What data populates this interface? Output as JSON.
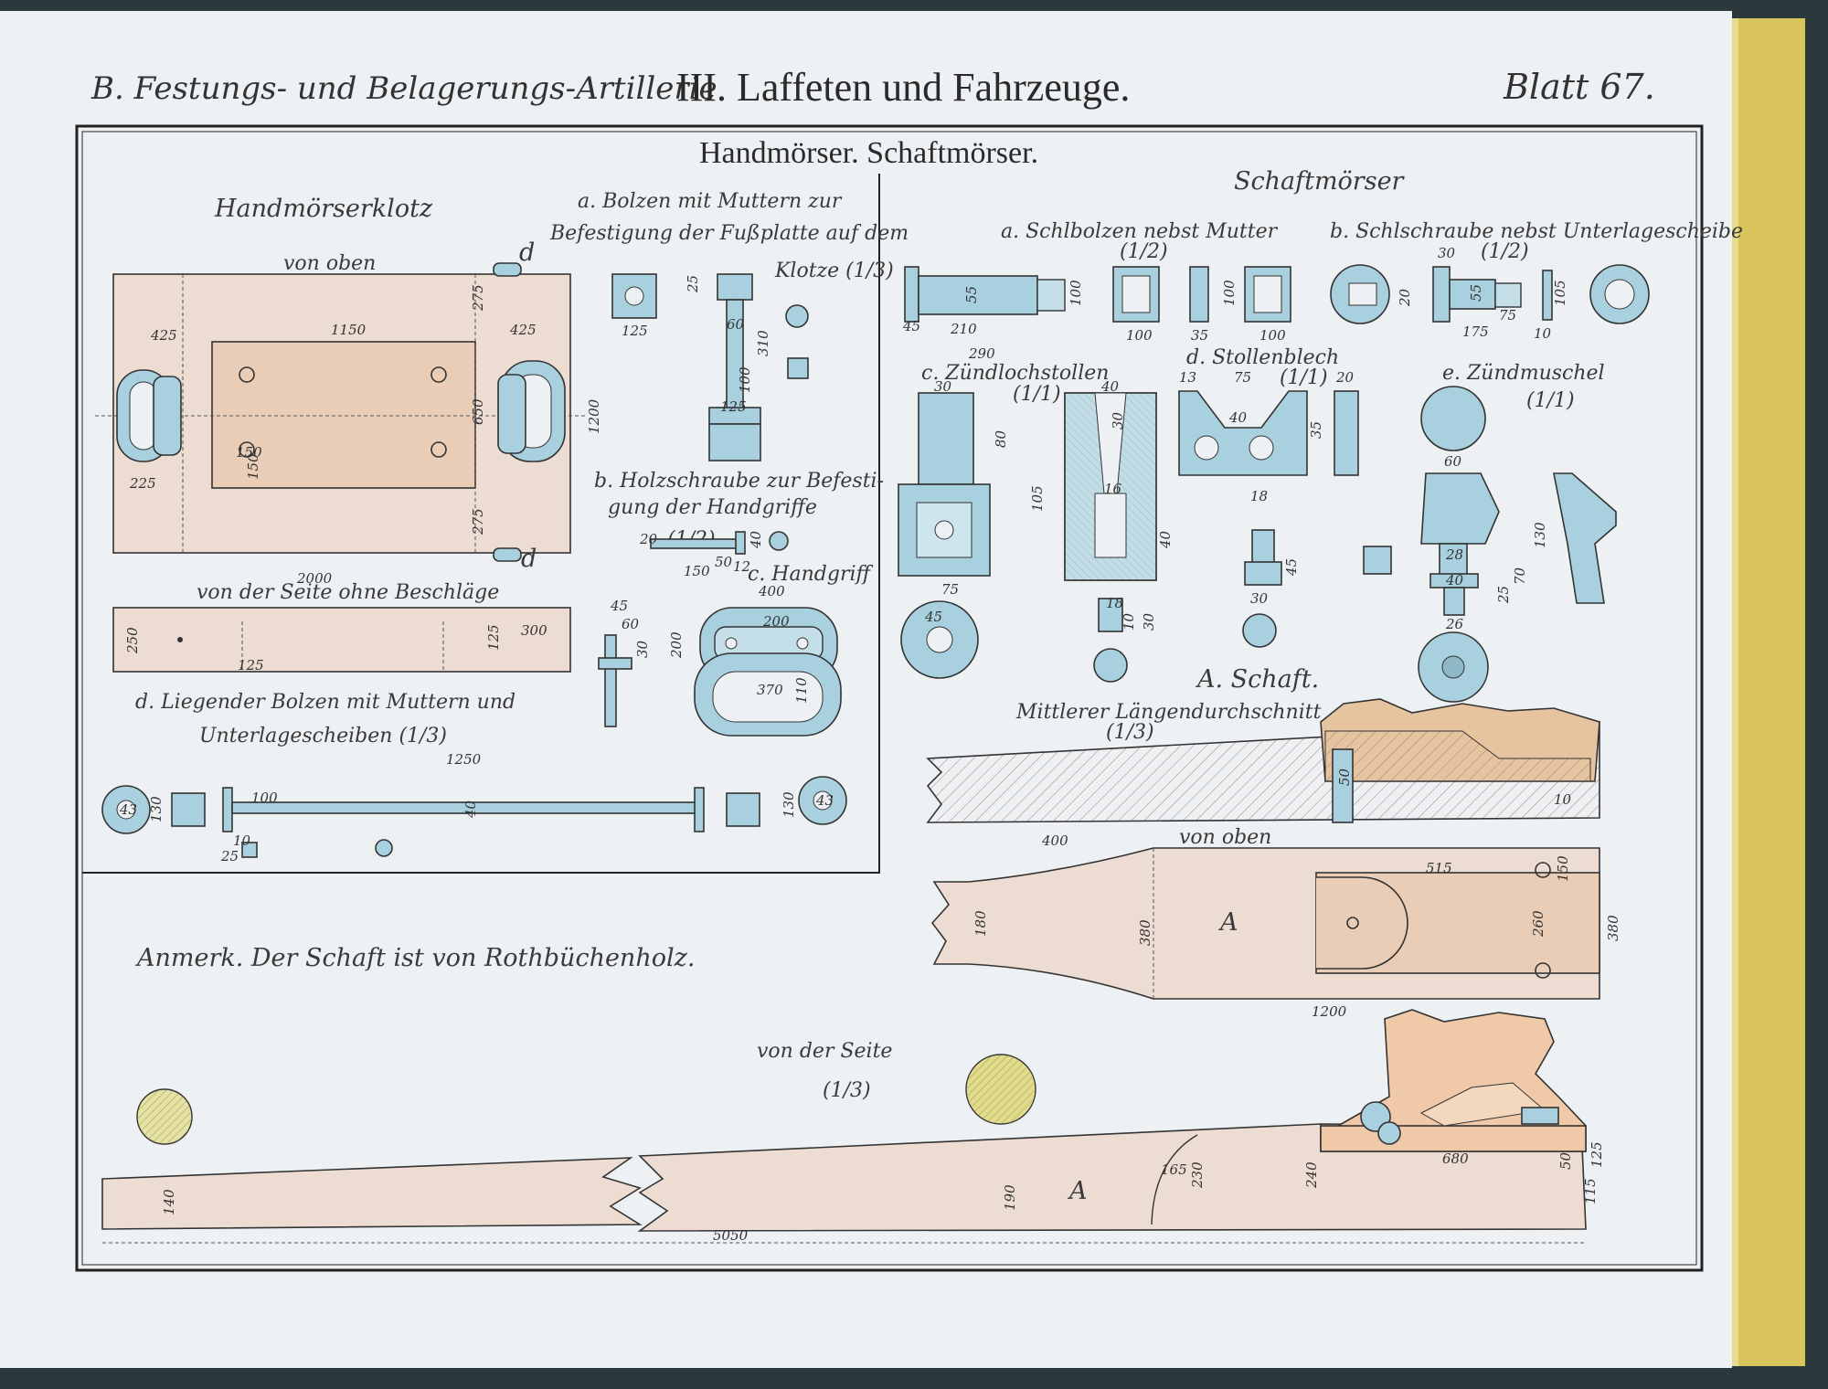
{
  "header": {
    "left": "B. Festungs- und Belagerungs-Artillerie",
    "center": "III. Laffeten und Fahrzeuge.",
    "right": "Blatt 67."
  },
  "main_title": "Handmörser. Schaftmörser.",
  "handmoerser": {
    "klotz_title": "Handmörserklotz",
    "von_oben": "von oben",
    "von_der_seite": "von der Seite ohne Beschläge",
    "a_bolzen": [
      "a. Bolzen mit Muttern zur",
      "Befestigung der Fußplatte auf dem",
      "Klotze (1/3)"
    ],
    "b_holzschraube": [
      "b. Holzschraube zur Befesti-",
      "gung der Handgriffe"
    ],
    "b_scale": "(1/2)",
    "c_handgriff": "c. Handgriff",
    "d_bolzen": [
      "d. Liegender Bolzen mit Muttern und",
      "Unterlagescheiben (1/3)"
    ],
    "letter_d": "d"
  },
  "schaftmoerser": {
    "title": "Schaftmörser",
    "a_schlbolzen": "a. Schlbolzen nebst Mutter",
    "a_scale": "(1/2)",
    "b_schlschraube": "b. Schlschraube nebst Unterlagescheibe",
    "b_scale": "(1/2)",
    "c_zuendloch": "c. Zündlochstollen",
    "c_scale": "(1/1)",
    "d_stollenblech": "d. Stollenblech",
    "d_scale": "(1/1)",
    "e_zuendmuschel": "e. Zündmuschel",
    "e_scale": "(1/1)",
    "a_schaft": "A. Schaft.",
    "laengen": "Mittlerer Längendurchschnitt",
    "laengen_scale": "(1/3)",
    "von_oben": "von oben",
    "von_der_seite": "von der Seite",
    "seite_scale": "(1/3)",
    "letter_A": "A"
  },
  "note": "Anmerk. Der Schaft ist von Rothbüchenholz.",
  "dims": {
    "k425a": "425",
    "k1150": "1150",
    "k425b": "425",
    "k225": "225",
    "k275a": "275",
    "k650": "650",
    "k1200": "1200",
    "k275b": "275",
    "k150": "150",
    "k150b": "150",
    "k2000": "2000",
    "k250": "250",
    "k125": "125",
    "k125b": "125",
    "k300": "300",
    "a125": "125",
    "a25": "25",
    "a60": "60",
    "a310": "310",
    "a100": "100",
    "a125b": "125",
    "b150": "150",
    "b50": "50",
    "b12": "12",
    "b40": "40",
    "b20": "20",
    "c400": "400",
    "c200": "200",
    "c370": "370",
    "c45": "45",
    "c60": "60",
    "c200b": "200",
    "c30": "30",
    "c110": "110",
    "d1250": "1250",
    "d100": "100",
    "d40": "40",
    "d130": "130",
    "d130b": "130",
    "d43": "43",
    "d43b": "43",
    "d10": "10",
    "d25": "25",
    "s210": "210",
    "s55": "55",
    "s100": "100",
    "s100b": "100",
    "s100c": "100",
    "s35": "35",
    "s100d": "100",
    "s45": "45",
    "t30": "30",
    "t55": "55",
    "t75": "75",
    "t175": "175",
    "t105": "105",
    "t10": "10",
    "t20": "20",
    "z290": "290",
    "z30": "30",
    "z80": "80",
    "z105": "105",
    "z75": "75",
    "z40": "40",
    "z30b": "30",
    "z16": "16",
    "z40b": "40",
    "z18": "18",
    "z30c": "30",
    "z10": "10",
    "z45": "45",
    "sb13": "13",
    "sb75": "75",
    "sb20": "20",
    "sb40": "40",
    "sb35": "35",
    "sb18": "18",
    "sb45": "45",
    "sb30": "30",
    "zm60": "60",
    "zm130": "130",
    "zm28": "28",
    "zm40": "40",
    "zm26": "26",
    "zm25": "25",
    "zm70": "70",
    "ls50": "50",
    "ls10": "10",
    "vo400": "400",
    "vo515": "515",
    "vo150": "150",
    "vo180": "180",
    "vo380": "380",
    "vo260": "260",
    "vo380b": "380",
    "vo1200": "1200",
    "vs140": "140",
    "vs190": "190",
    "vs165": "165",
    "vs230": "230",
    "vs240": "240",
    "vs680": "680",
    "vs125": "125",
    "vs50": "50",
    "vs115": "115",
    "vs5050": "5050"
  }
}
